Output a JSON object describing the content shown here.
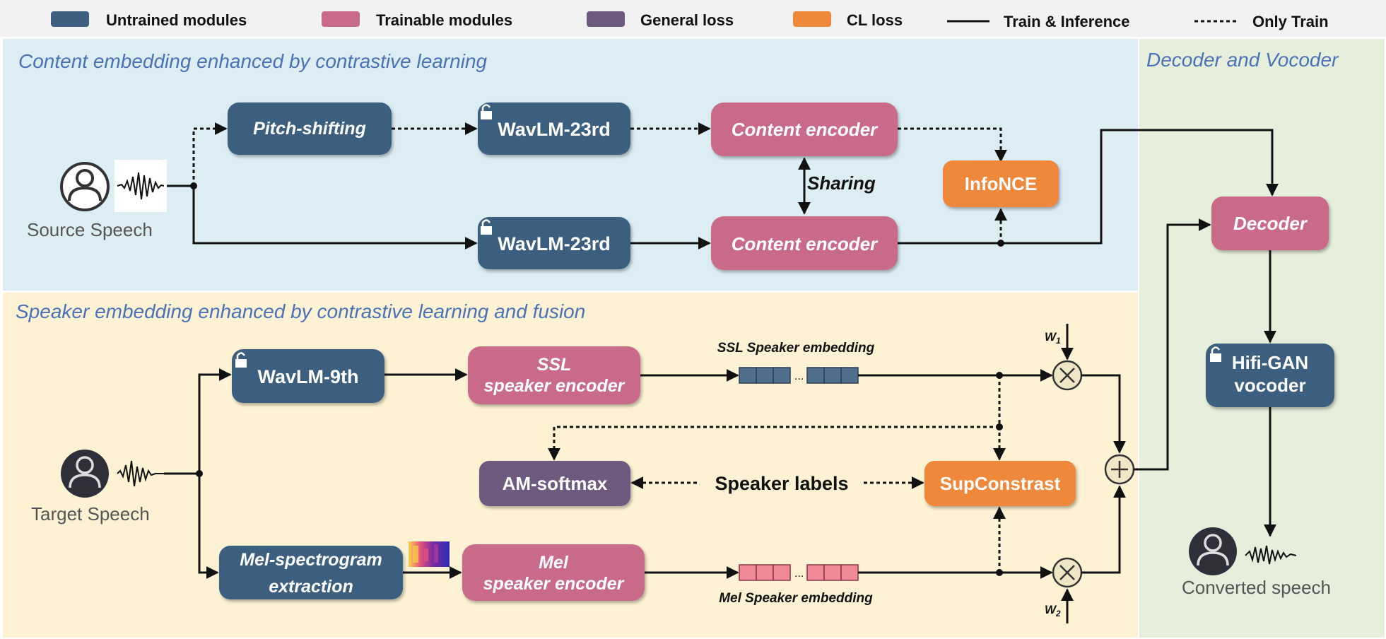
{
  "legend": {
    "untrained": "Untrained modules",
    "trainable": "Trainable modules",
    "general_loss": "General loss",
    "cl_loss": "CL loss",
    "train_inference": "Train & Inference",
    "only_train": "Only Train"
  },
  "sections": {
    "content": "Content embedding enhanced by contrastive learning",
    "speaker": "Speaker embedding enhanced by contrastive learning and fusion",
    "decoder": "Decoder and Vocoder"
  },
  "content": {
    "source_label": "Source Speech",
    "pitch": "Pitch-shifting",
    "wavlm_top": "WavLM-23rd",
    "wavlm_bottom": "WavLM-23rd",
    "content_encoder_top": "Content encoder",
    "content_encoder_bottom": "Content encoder",
    "sharing": "Sharing",
    "infonce": "InfoNCE"
  },
  "speaker": {
    "target_label": "Target Speech",
    "wavlm9": "WavLM-9th",
    "ssl_encoder_l1": "SSL",
    "ssl_encoder_l2": "speaker encoder",
    "ssl_embedding": "SSL Speaker embedding",
    "am_softmax": "AM-softmax",
    "speaker_labels": "Speaker labels",
    "supconstrast": "SupConstrast",
    "mel_extract_l1": "Mel-spectrogram",
    "mel_extract_l2": "extraction",
    "mel_encoder_l1": "Mel",
    "mel_encoder_l2": "speaker encoder",
    "mel_embedding": "Mel Speaker embedding",
    "w1_letter": "W",
    "w1_sub": "1",
    "w2_letter": "W",
    "w2_sub": "2",
    "ellipsis": "..."
  },
  "decoder": {
    "decoder": "Decoder",
    "hifigan_l1": "Hifi-GAN",
    "hifigan_l2": "vocoder",
    "converted_label": "Converted speech"
  },
  "colors": {
    "untrained": "#3e5f7f",
    "trainable": "#c96b88",
    "general_loss": "#6e5a7e",
    "cl_loss": "#f0883a",
    "content_bg": "#dcedf4",
    "speaker_bg": "#fdf2d3",
    "decoder_bg": "#e6efdb",
    "section_title": "#4a72b8"
  }
}
